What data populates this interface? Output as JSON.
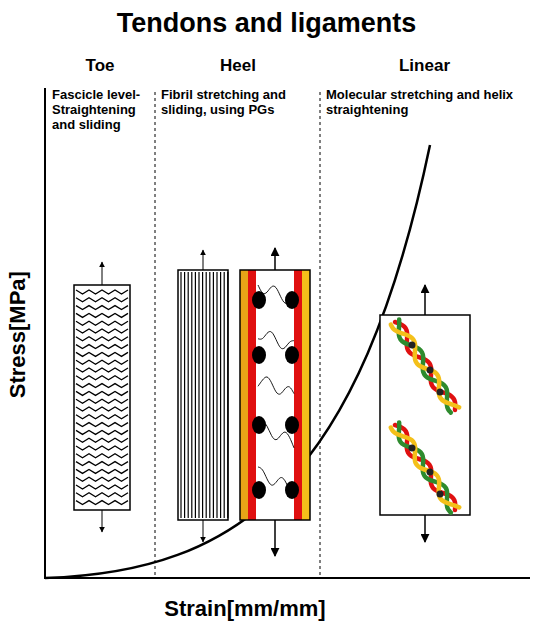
{
  "diagram": {
    "title": "Tendons and ligaments",
    "labels": [
      "Toe",
      "Fascicle level- Straightening and sliding",
      "Heel",
      "Fibril stretching and sliding, using PGs",
      "Linear",
      "Molecular stretching and helix straightening",
      "Stress[MPa]",
      "Strain[mm/mm]"
    ]
  }
}
